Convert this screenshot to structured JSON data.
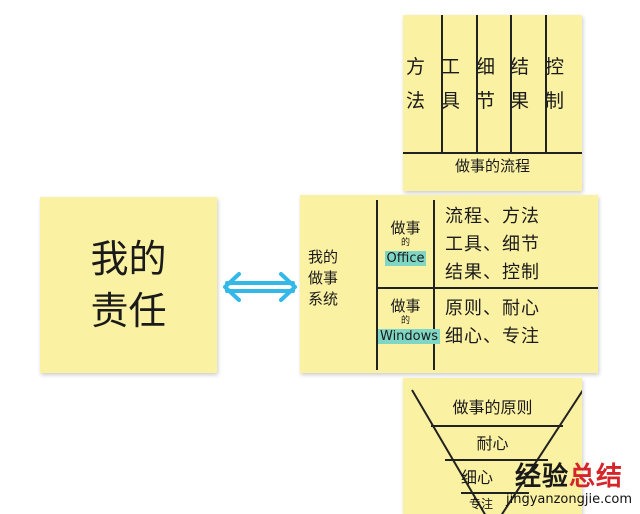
{
  "top_note": {
    "columns": [
      "方法",
      "工具",
      "细节",
      "结果",
      "控制"
    ],
    "caption": "做事的流程"
  },
  "left_note": {
    "line1": "我的",
    "line2": "责任"
  },
  "arrow": {
    "icon": "double-arrow-icon",
    "color": "#33b8e8"
  },
  "middle_note": {
    "system_title": [
      "我的",
      "做事",
      "系统"
    ],
    "rows": [
      {
        "label": "做事",
        "connector": "的",
        "tag": "Office",
        "items": [
          "流程、方法",
          "工具、细节",
          "结果、控制"
        ]
      },
      {
        "label": "做事",
        "connector": "的",
        "tag": "Windows",
        "items": [
          "原则、耐心",
          "细心、专注"
        ]
      }
    ],
    "highlight_color": "#7fd6c4"
  },
  "bottom_note": {
    "levels": [
      "做事的原则",
      "耐心",
      "细心",
      "专注"
    ]
  },
  "watermark": {
    "brand_a": "经验",
    "brand_b": "总结",
    "url": "jingyanzongjie.com"
  }
}
